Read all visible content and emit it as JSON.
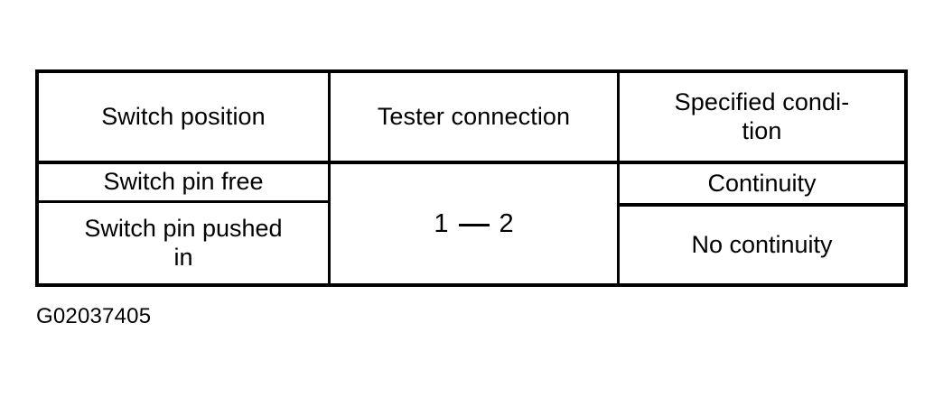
{
  "figure": {
    "caption": "G02037405",
    "background_color": "#ffffff",
    "ink_color": "#000000"
  },
  "table": {
    "columns": [
      {
        "header": "Switch position"
      },
      {
        "header": "Tester connection"
      },
      {
        "header_line1": "Specified condi-",
        "header_line2": "tion"
      }
    ],
    "tester_connection": {
      "pin_a": "1",
      "pin_b": "2",
      "separator": "dash"
    },
    "rows": [
      {
        "switch_position": "Switch pin free",
        "specified_condition": "Continuity"
      },
      {
        "switch_position_line1": "Switch pin pushed",
        "switch_position_line2": "in",
        "specified_condition": "No continuity"
      }
    ]
  }
}
